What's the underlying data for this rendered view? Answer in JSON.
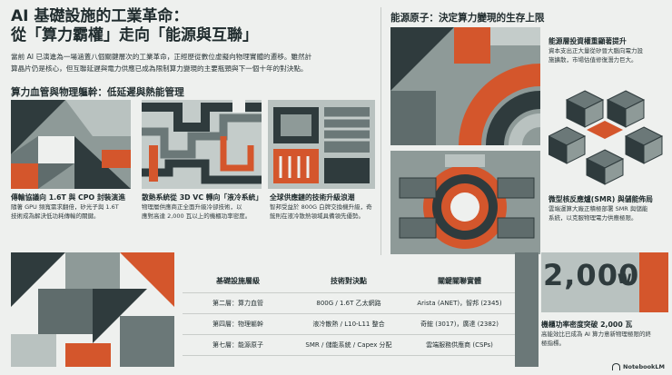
{
  "header": {
    "title_line1": "AI 基礎設施的工業革命：",
    "title_line2": "從「算力霸權」走向「能源與互聯」",
    "intro_line1": "當前 AI 已演進為一場涵蓋八個關鍵層次的工業革命，正經歷從數位虛擬向物理實體的遷移。雖然計",
    "intro_line2": "算晶片仍是核心，但互聯延遲與電力供應已成為限制算力變現的主要瓶頸與下一個十年的對決點。"
  },
  "left_section": {
    "heading": "算力血管與物理軀幹：低延遲與熱能管理",
    "cards": [
      {
        "title": "傳輸協議向 1.6T 與 CPO 封裝演進",
        "body_1": "隨著 GPU 頻寬需求翻倍，矽光子與 1.6T",
        "body_2": "技術成為解決低功耗傳輸的關鍵。"
      },
      {
        "title": "散熱系統從 3D VC 轉向「液冷系統」",
        "body_1": "物理層供應商正全面升級冷卻技術，以",
        "body_2": "應對高達 2,000 瓦以上的機櫃功率密度。"
      },
      {
        "title": "全球供應鏈的技術升級浪潮",
        "body_1": "智邦受益於 800G 白牌交換機升級，奇",
        "body_2": "鋐則在液冷散熱領域具備領先優勢。"
      }
    ]
  },
  "right_section": {
    "heading": "能源原子：決定算力變現的生存上限",
    "items": [
      {
        "title": "能源層投資權重顯著提升",
        "body_1": "資本支出正大量從矽晉大腦向電力設",
        "body_2": "施擴散，市場估值修復潛力巨大。"
      },
      {
        "title": "微型核反應爐(SMR) 與儲能佈局",
        "body_1": "雲端運算大廠正積極部署 SMR 與儲能",
        "body_2": "系統，以克服物理電力供應極限。"
      },
      {
        "title": "機櫃功率密度突破 2,000 瓦",
        "body_1": "高能效比已成為 AI 算力意新物理極限的終",
        "body_2": "極指標。"
      }
    ],
    "power_number": "2,000",
    "power_unit": "W"
  },
  "table": {
    "headers": [
      "基礎設施層級",
      "技術對決點",
      "關鍵關聯實體"
    ],
    "rows": [
      [
        "第二層：算力血管",
        "800G / 1.6T 乙太網路",
        "Arista (ANET)，智邦 (2345)"
      ],
      [
        "第四層：物理軀幹",
        "液冷散熱 / L10-L11 整合",
        "奇鋐 (3017)，廣達 (2382)"
      ],
      [
        "第七層：能源原子",
        "SMR / 儲能系統 / Capex 分配",
        "雲端服務供應商 (CSPs)"
      ]
    ]
  },
  "branding": {
    "logo_text": "NotebookLM"
  },
  "colors": {
    "accent": "#d4562c",
    "dark": "#2f3b3d",
    "mid": "#6b7878",
    "light": "#aeb8b6",
    "bg": "#eef0ee"
  }
}
